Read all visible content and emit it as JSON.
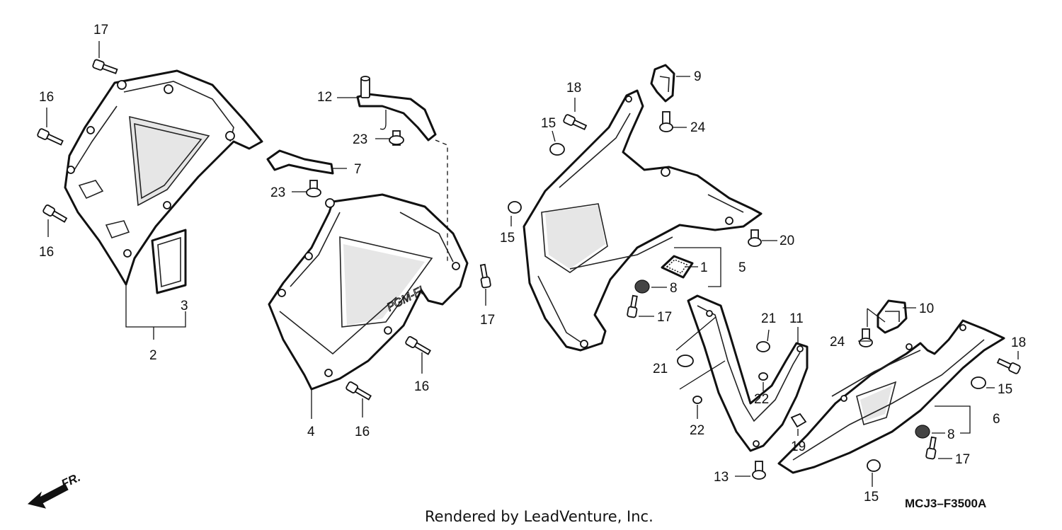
{
  "callouts": {
    "c1": "1",
    "c2": "2",
    "c3": "3",
    "c4": "4",
    "c5": "5",
    "c6": "6",
    "c7": "7",
    "c8": "8",
    "c9": "9",
    "c10": "10",
    "c11": "11",
    "c12": "12",
    "c13": "13",
    "c15": "15",
    "c16": "16",
    "c17": "17",
    "c18": "18",
    "c19": "19",
    "c20": "20",
    "c21": "21",
    "c22": "22",
    "c23": "23",
    "c24": "24"
  },
  "diagram_code": "MCJ3–F3500A",
  "credit": "Rendered by LeadVenture, Inc.",
  "front_marker": "FR.",
  "cowl_lettering": "PGM-FI"
}
